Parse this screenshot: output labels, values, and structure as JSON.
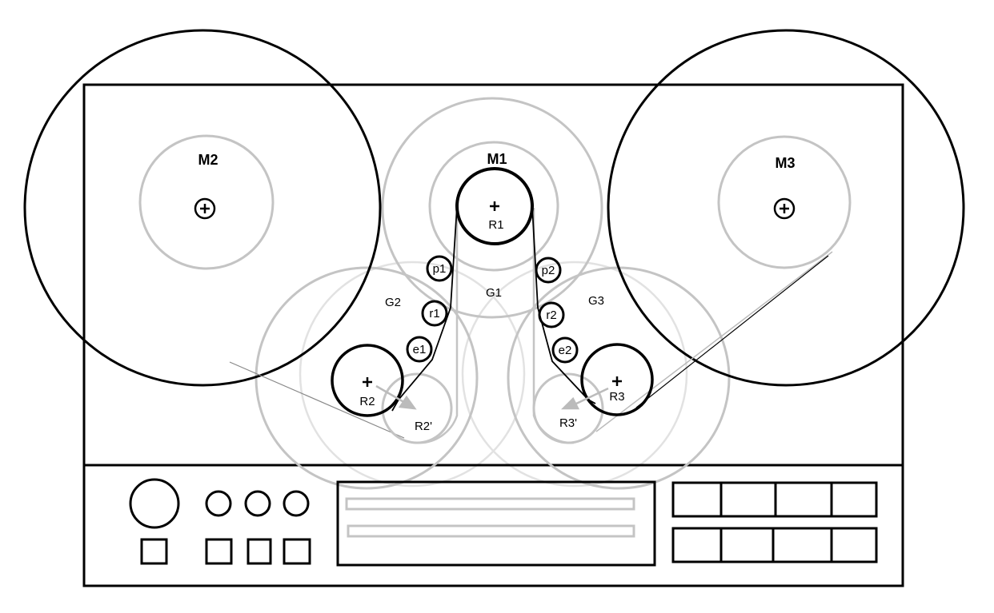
{
  "diagram": {
    "labels": {
      "m1": "M1",
      "m2": "M2",
      "m3": "M3",
      "r1": "R1",
      "r2": "R2",
      "r3": "R3",
      "r2p": "R2'",
      "r3p": "R3'",
      "g1": "G1",
      "g2": "G2",
      "g3": "G3",
      "p1": "p1",
      "p2": "p2",
      "r1s": "r1",
      "r2s": "r2",
      "e1": "e1",
      "e2": "e2"
    },
    "colors": {
      "line": "#000000",
      "gray": "#c4c4c4",
      "light": "#e2e2e2"
    }
  }
}
